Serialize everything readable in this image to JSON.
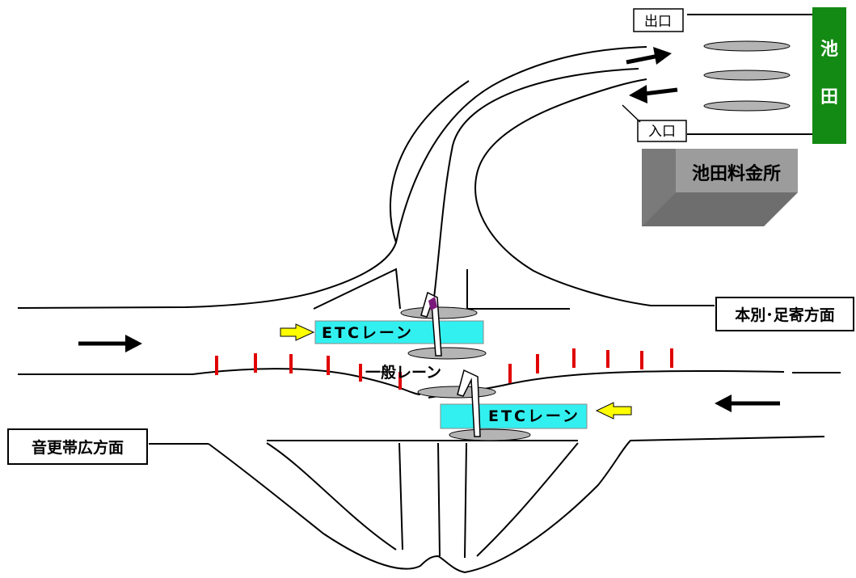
{
  "labels": {
    "exit": "出口",
    "entrance": "入口",
    "ikeda_1": "池",
    "ikeda_2": "田",
    "tollbooth": "池田料金所",
    "direction_east": "本別･足寄方面",
    "direction_west": "音更帯広方面",
    "etc_lane_upper": "ETCレーン",
    "etc_lane_lower": "ETCレーン",
    "general_lane": "一般レーン"
  },
  "colors": {
    "ikeda_sign": "#138a13",
    "etc_lane": "#33f0f0",
    "yellow_arrow": "#ffff00",
    "divider_marks": "#e00000",
    "booth_pad": "#b4b4b4",
    "tollbooth_box": "#8a8a8a",
    "booth_flag": "#7a1a7a"
  },
  "icons": [
    "arrow-right-icon",
    "arrow-left-icon",
    "yellow-arrow-right-icon",
    "yellow-arrow-left-icon",
    "booth-flag-icon"
  ]
}
